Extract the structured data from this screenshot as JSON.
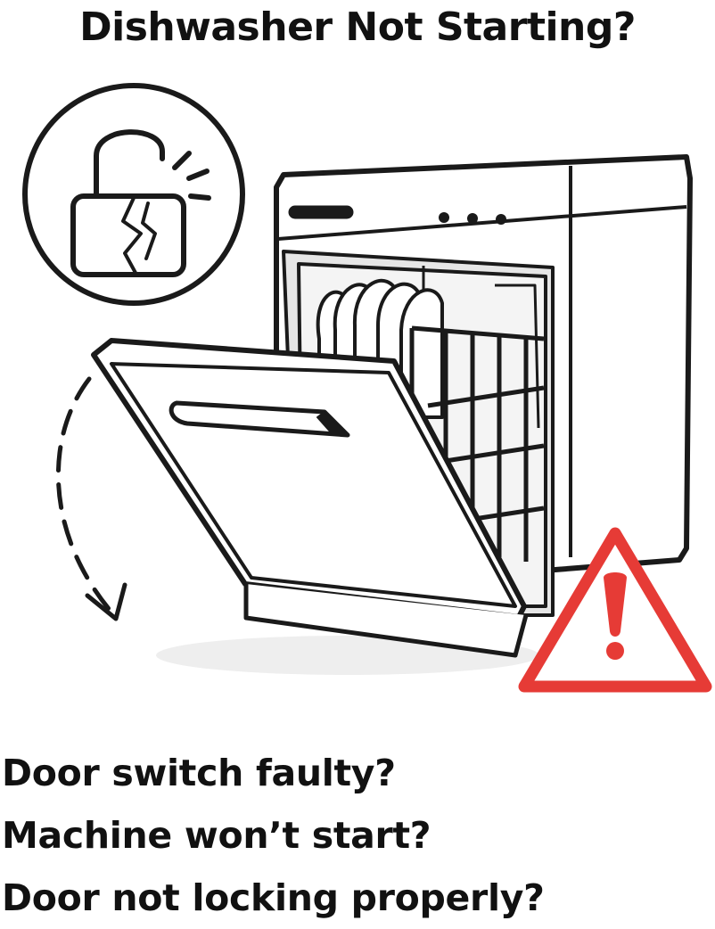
{
  "title": "Dishwasher Not Starting?",
  "icons": {
    "broken_lock": "broken-padlock-icon",
    "warning": "warning-triangle-icon",
    "door_arrow": "door-opening-arrow-icon"
  },
  "colors": {
    "ink": "#1a1a1a",
    "warning_red": "#e63b36",
    "appliance_fill": "#ffffff",
    "shadow": "#eeeeee",
    "interior": "#e6e6e6"
  },
  "questions": [
    "Door switch faulty?",
    "Machine won’t start?",
    "Door not locking properly?"
  ]
}
